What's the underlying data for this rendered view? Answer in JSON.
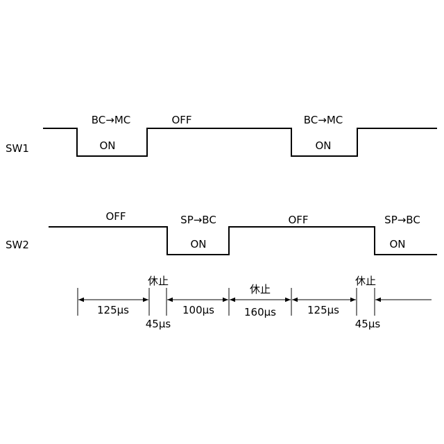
{
  "signals": {
    "sw1": {
      "name": "SW1",
      "labels": [
        "BC→MC",
        "ON",
        "OFF",
        "BC→MC",
        "ON"
      ]
    },
    "sw2": {
      "name": "SW2",
      "labels": [
        "OFF",
        "SP→BC",
        "ON",
        "OFF",
        "SP→BC",
        "ON"
      ]
    }
  },
  "timing": {
    "durations": [
      "125μs",
      "45μs",
      "100μs",
      "160μs",
      "125μs",
      "45μs"
    ],
    "pause_labels": [
      "休止",
      "休止",
      "休止"
    ]
  },
  "colors": {
    "line": "#000000",
    "background": "#ffffff"
  }
}
